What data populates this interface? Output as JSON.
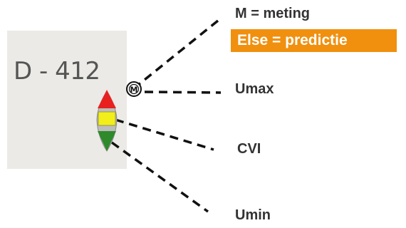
{
  "station": {
    "id": "D - 412",
    "mode_glyph": "M"
  },
  "legend": {
    "mode_label": "M = meting",
    "prediction_label": "Else = predictie",
    "umax_label": "Umax",
    "cvi_label": "CVI",
    "umin_label": "Umin"
  },
  "colors": {
    "panel_background": "#ebeae6",
    "prediction_highlight": "#f0900e",
    "umax_marker": "#e82020",
    "cvi_marker": "#f2ee1a",
    "umin_marker": "#2e8a2a",
    "marker_outline": "#8a8a8a",
    "connector_line": "#111111",
    "label_text": "#333333"
  },
  "icons": {
    "mode_badge": "circled-m-icon",
    "umax": "red-triangle-up-icon",
    "cvi": "yellow-square-icon",
    "umin": "green-triangle-down-icon"
  }
}
